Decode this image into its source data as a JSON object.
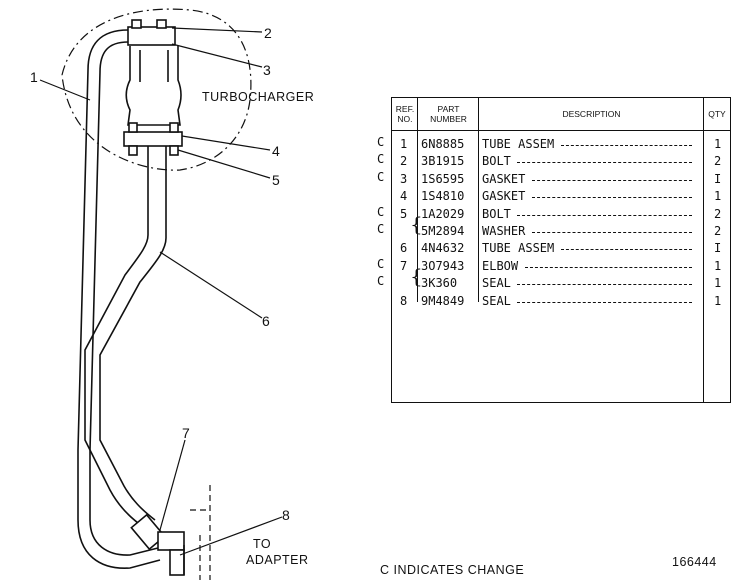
{
  "diagram": {
    "turbocharger_label": "TURBOCHARGER",
    "to_adapter_line1": "TO",
    "to_adapter_line2": "ADAPTER",
    "callouts": [
      "1",
      "2",
      "3",
      "4",
      "5",
      "6",
      "7",
      "8"
    ]
  },
  "table": {
    "headers": {
      "ref_line1": "REF.",
      "ref_line2": "NO.",
      "part_line1": "PART",
      "part_line2": "NUMBER",
      "description": "DESCRIPTION",
      "qty": "QTY"
    },
    "rows": [
      {
        "change": "C",
        "ref": "1",
        "part": "6N8885",
        "desc": "TUBE ASSEM",
        "qty": "1"
      },
      {
        "change": "C",
        "ref": "2",
        "part": "3B1915",
        "desc": "BOLT",
        "qty": "2"
      },
      {
        "change": "C",
        "ref": "3",
        "part": "1S6595",
        "desc": "GASKET",
        "qty": "I"
      },
      {
        "change": "",
        "ref": "4",
        "part": "1S4810",
        "desc": "GASKET",
        "qty": "1"
      },
      {
        "change": "C",
        "ref": "5",
        "part": "1A2029",
        "desc": "BOLT",
        "qty": "2"
      },
      {
        "change": "C",
        "ref": "",
        "part": "5M2894",
        "desc": "WASHER",
        "qty": "2"
      },
      {
        "change": "",
        "ref": "6",
        "part": "4N4632",
        "desc": "TUBE ASSEM",
        "qty": "I"
      },
      {
        "change": "C",
        "ref": "7",
        "part": "3O7943",
        "desc": "ELBOW",
        "qty": "1"
      },
      {
        "change": "C",
        "ref": "",
        "part": "3K360",
        "desc": "SEAL",
        "qty": "1"
      },
      {
        "change": "",
        "ref": "8",
        "part": "9M4849",
        "desc": "SEAL",
        "qty": "1"
      }
    ]
  },
  "footnote": "C INDICATES CHANGE",
  "drawing_number": "166444"
}
